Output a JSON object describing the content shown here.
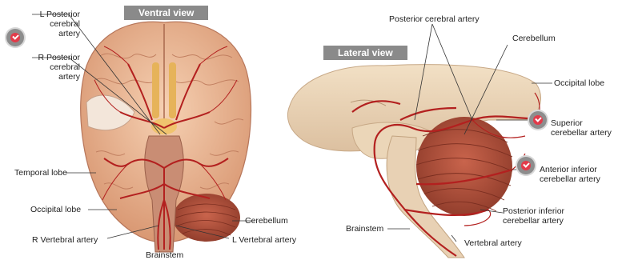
{
  "ventral": {
    "tag": "Ventral view",
    "labels": {
      "l_pca": "L Posterior\ncerebral\nartery",
      "r_pca": "R Posterior\ncerebral\nartery",
      "temporal": "Temporal lobe",
      "occipital": "Occipital lobe",
      "r_vertebral": "R Vertebral artery",
      "brainstem": "Brainstem",
      "cerebellum": "Cerebellum",
      "l_vertebral": "L Vertebral artery"
    }
  },
  "lateral": {
    "tag": "Lateral view",
    "labels": {
      "pca": "Posterior cerebral artery",
      "cerebellum": "Cerebellum",
      "occipital": "Occipital lobe",
      "sca": "Superior\ncerebellar artery",
      "aica": "Anterior inferior\ncerebellar artery",
      "pica": "Posterior inferior\ncerebellar artery",
      "brainstem": "Brainstem",
      "vertebral": "Vertebral artery"
    }
  },
  "icons": [
    "check-badge-icon"
  ],
  "colors": {
    "tag_bg": "#8a8a8a",
    "artery": "#b3201f",
    "brain": "#eebd9a",
    "cerebellum": "#b5513c"
  }
}
